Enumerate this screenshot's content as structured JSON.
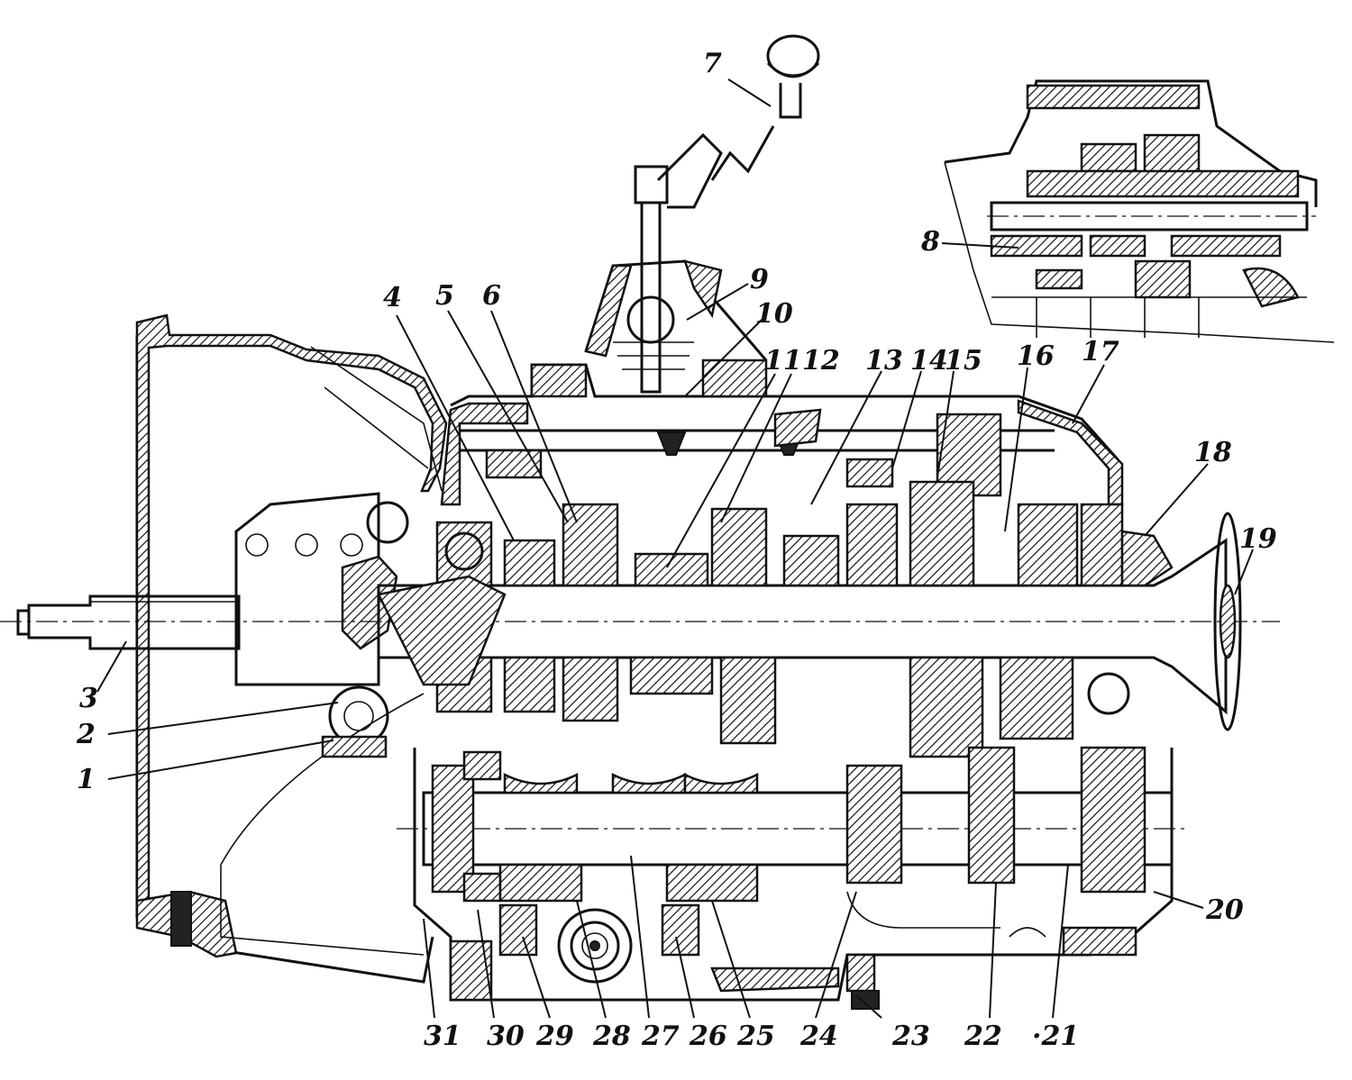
{
  "callouts": [
    {
      "id": "1",
      "text": "1"
    },
    {
      "id": "2",
      "text": "2"
    },
    {
      "id": "3",
      "text": "3"
    },
    {
      "id": "4",
      "text": "4"
    },
    {
      "id": "5",
      "text": "5"
    },
    {
      "id": "6",
      "text": "6"
    },
    {
      "id": "7",
      "text": "7"
    },
    {
      "id": "8",
      "text": "8"
    },
    {
      "id": "9",
      "text": "9"
    },
    {
      "id": "10",
      "text": "10"
    },
    {
      "id": "11",
      "text": "11"
    },
    {
      "id": "12",
      "text": "12"
    },
    {
      "id": "13",
      "text": "13"
    },
    {
      "id": "14",
      "text": "14"
    },
    {
      "id": "15",
      "text": "15"
    },
    {
      "id": "16",
      "text": "16"
    },
    {
      "id": "17",
      "text": "17"
    },
    {
      "id": "18",
      "text": "18"
    },
    {
      "id": "19",
      "text": "19"
    },
    {
      "id": "20",
      "text": "20"
    },
    {
      "id": "21",
      "text": "·21"
    },
    {
      "id": "22",
      "text": "22"
    },
    {
      "id": "23",
      "text": "23"
    },
    {
      "id": "24",
      "text": "24"
    },
    {
      "id": "25",
      "text": "25"
    },
    {
      "id": "26",
      "text": "26"
    },
    {
      "id": "27",
      "text": "27"
    },
    {
      "id": "28",
      "text": "28"
    },
    {
      "id": "29",
      "text": "29"
    },
    {
      "id": "30",
      "text": "30"
    },
    {
      "id": "31",
      "text": "31"
    }
  ]
}
